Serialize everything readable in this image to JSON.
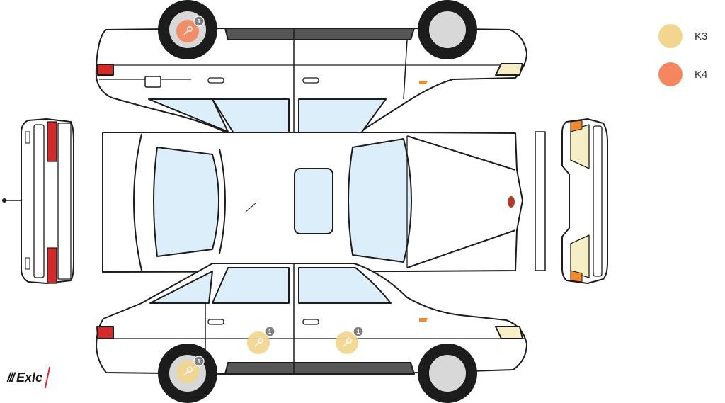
{
  "legend": {
    "items": [
      {
        "label": "K3",
        "color": "#f2d68e"
      },
      {
        "label": "K4",
        "color": "#f4875f"
      }
    ]
  },
  "markers": [
    {
      "id": "top-rear-wheel",
      "level": "K4",
      "count": "1"
    },
    {
      "id": "bottom-rear-wheel",
      "level": "K3",
      "count": "1"
    },
    {
      "id": "bottom-rear-door",
      "level": "K3",
      "count": "1"
    },
    {
      "id": "bottom-front-door",
      "level": "K3",
      "count": "1"
    }
  ],
  "logo": {
    "bars": "///",
    "text": "Exlc"
  },
  "colors": {
    "outline": "#1c1c1c",
    "body": "#ffffff",
    "glass": "#dceefa",
    "trim": "#565656",
    "tire": "#1c1c1c",
    "rim": "#d8d8d8",
    "taillight": "#d42a2a",
    "headlight": "#f6efc6",
    "indicator": "#f08a2c",
    "badge": "#808080"
  }
}
